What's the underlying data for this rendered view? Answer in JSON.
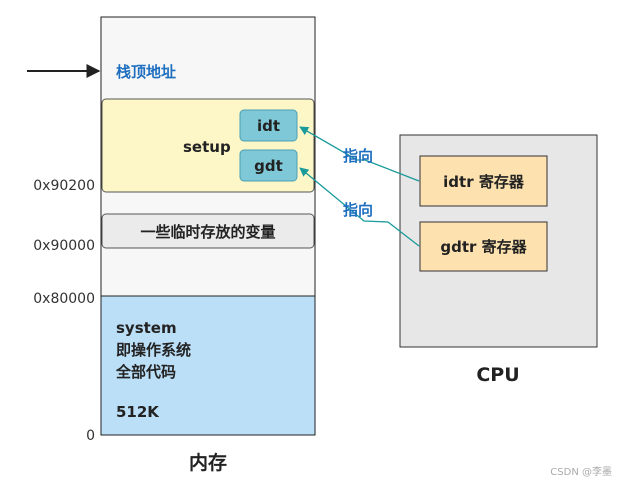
{
  "memory": {
    "stack_top_label": "栈顶地址",
    "setup_label": "setup",
    "idt_label": "idt",
    "gdt_label": "gdt",
    "temp_vars_label": "一些临时存放的变量",
    "system_lines": [
      "system",
      "即操作系统",
      "全部代码"
    ],
    "system_size": "512K",
    "title": "内存"
  },
  "addresses": [
    "0x90200",
    "0x90000",
    "0x80000",
    "0"
  ],
  "cpu": {
    "idtr_label": "idtr 寄存器",
    "gdtr_label": "gdtr 寄存器",
    "title": "CPU"
  },
  "pointer_labels": [
    "指向",
    "指向"
  ],
  "watermark": "CSDN @李墨",
  "colors": {
    "accent_blue": "#1f6fc0",
    "arrow_teal": "#1a9a9a",
    "setup_fill": "#fdf7c8",
    "reg_small_fill": "#7ec8d8",
    "cpu_reg_fill": "#fde2b0",
    "system_fill": "#bcdff8",
    "cpu_fill": "#e7e7e7",
    "temp_fill": "#ebebeb"
  }
}
